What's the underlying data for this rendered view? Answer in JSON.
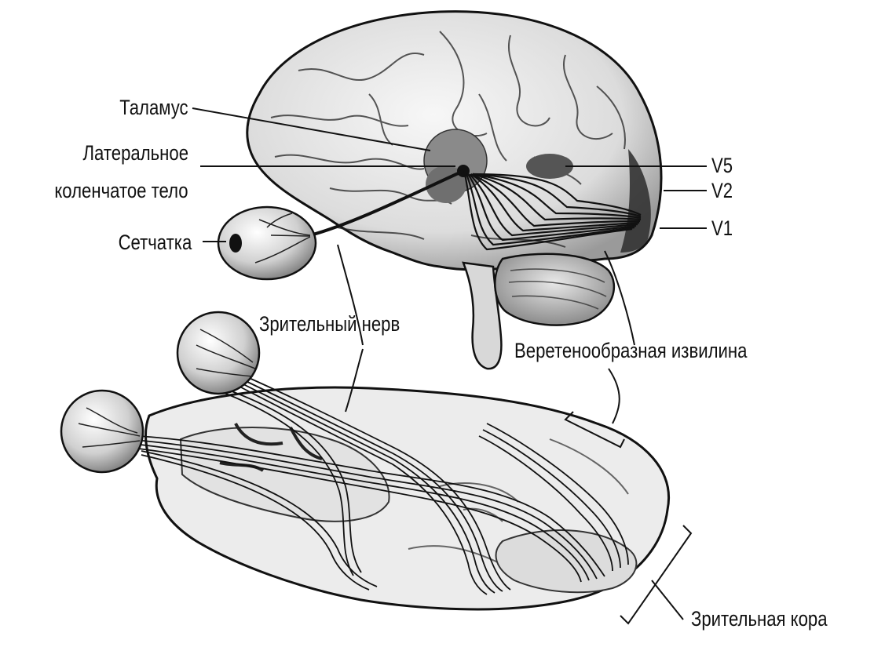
{
  "labels": {
    "thalamus": "Таламус",
    "lgn_line1": "Латеральное",
    "lgn_line2": "коленчатое тело",
    "retina": "Сетчатка",
    "v5": "V5",
    "v2": "V2",
    "v1": "V1",
    "optic_nerve": "Зрительный нерв",
    "fusiform_gyrus": "Веретенообразная извилина",
    "visual_cortex": "Зрительная кора"
  },
  "colors": {
    "ink": "#111111",
    "brain_fill": "#e9e9e9",
    "shade": "#6e6e6e",
    "dark": "#2a2a2a"
  }
}
